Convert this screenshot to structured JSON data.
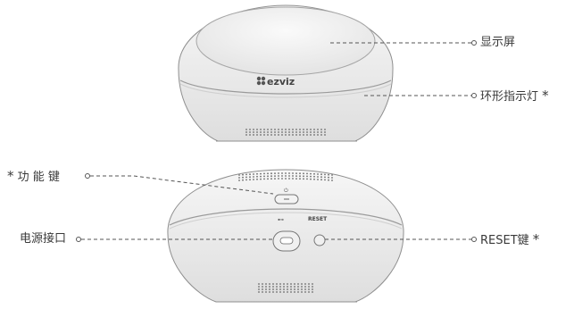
{
  "brand": {
    "logo_text": "ezviz"
  },
  "device": {
    "reset_text": "RESET",
    "power_symbol": "⏻",
    "usb_symbol": "⊷"
  },
  "labels": {
    "display": "显示屏",
    "ring_light": "环形指示灯",
    "function_key": "功 能 键",
    "power_port": "电源接口",
    "reset_key": "RESET键",
    "star": "*"
  },
  "colors": {
    "outline": "#8f8f8f",
    "shade": "#e9e9e9",
    "leader": "#555555"
  }
}
